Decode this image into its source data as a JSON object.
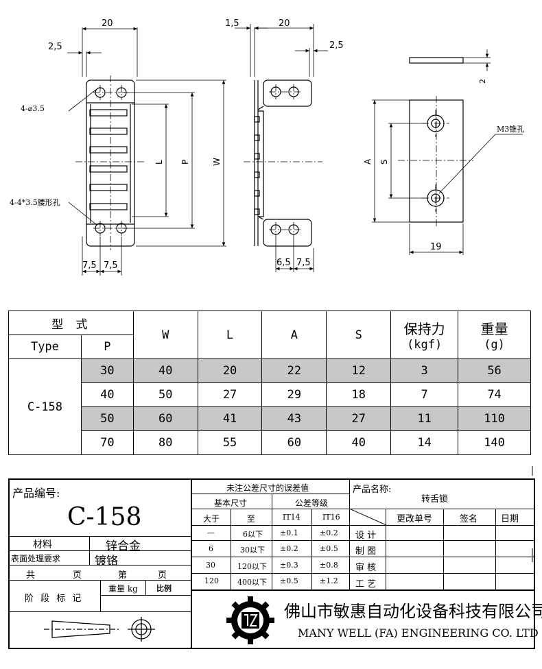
{
  "dimensions": {
    "left_width": "20",
    "left_edge": "2,5",
    "hole_label": "4-⌀3.5",
    "slot_label": "4-4*3.5腰形孔",
    "L": "L",
    "P": "P",
    "W": "W",
    "left_bottom_a": "7,5",
    "left_bottom_b": "7,5",
    "mid_top_a": "1,5",
    "mid_top_b": "20",
    "mid_edge": "2,5",
    "mid_bottom_a": "6,5",
    "mid_bottom_b": "7,5",
    "right_thickness": "2",
    "right_A": "A",
    "right_S": "S",
    "right_width": "19",
    "right_thread": "M3锥孔"
  },
  "spec_table": {
    "header_type_cn": "型 式",
    "header_type_en": "Type",
    "header_P": "P",
    "header_W": "W",
    "header_L": "L",
    "header_A": "A",
    "header_S": "S",
    "header_hold_cn": "保持力",
    "header_hold_unit": "(kgf)",
    "header_weight_cn": "重量",
    "header_weight_unit": "(g)",
    "model": "C-158",
    "rows": [
      {
        "P": "30",
        "W": "40",
        "L": "20",
        "A": "22",
        "S": "12",
        "hold": "3",
        "weight": "56"
      },
      {
        "P": "40",
        "W": "50",
        "L": "27",
        "A": "29",
        "S": "18",
        "hold": "7",
        "weight": "74"
      },
      {
        "P": "50",
        "W": "60",
        "L": "41",
        "A": "43",
        "S": "27",
        "hold": "11",
        "weight": "110"
      },
      {
        "P": "70",
        "W": "80",
        "L": "55",
        "A": "60",
        "S": "40",
        "hold": "14",
        "weight": "140"
      }
    ]
  },
  "title_block": {
    "product_no_label": "产品编号:",
    "product_no": "C-158",
    "material_label": "材料",
    "material": "锌合金",
    "surface_label": "表面处理要求",
    "surface": "镀铬",
    "total_label": "共",
    "page_label1": "页",
    "sheet_label": "第",
    "page_label2": "页",
    "stage_label": "阶 段 标 记",
    "weight_label": "重量 kg",
    "scale_label": "比例",
    "tolerance_title": "未注公差尺寸的误差值",
    "basic_size": "基本尺寸",
    "tol_grade": "公差等级",
    "over": "大于",
    "to": "至",
    "it14": "IT14",
    "it16": "IT16",
    "tol_rows": [
      {
        "over": "—",
        "to": "6以下",
        "it14": "±0.1",
        "it16": "±0.2"
      },
      {
        "over": "6",
        "to": "30以下",
        "it14": "±0.2",
        "it16": "±0.5"
      },
      {
        "over": "30",
        "to": "120以下",
        "it14": "±0.3",
        "it16": "±0.8"
      },
      {
        "over": "120",
        "to": "400以下",
        "it14": "±0.5",
        "it16": "±1.2"
      }
    ],
    "product_name_label": "产品名称:",
    "product_name": "转舌锁",
    "change_no": "更改单号",
    "sign": "签名",
    "date": "日期",
    "design": "设 计",
    "drawing": "制 图",
    "review": "审 核",
    "process": "工 艺",
    "company_cn": "佛山市敏惠自动化设备科技有限公司",
    "company_en": "MANY WELL (FA) ENGINEERING CO. LTD"
  }
}
